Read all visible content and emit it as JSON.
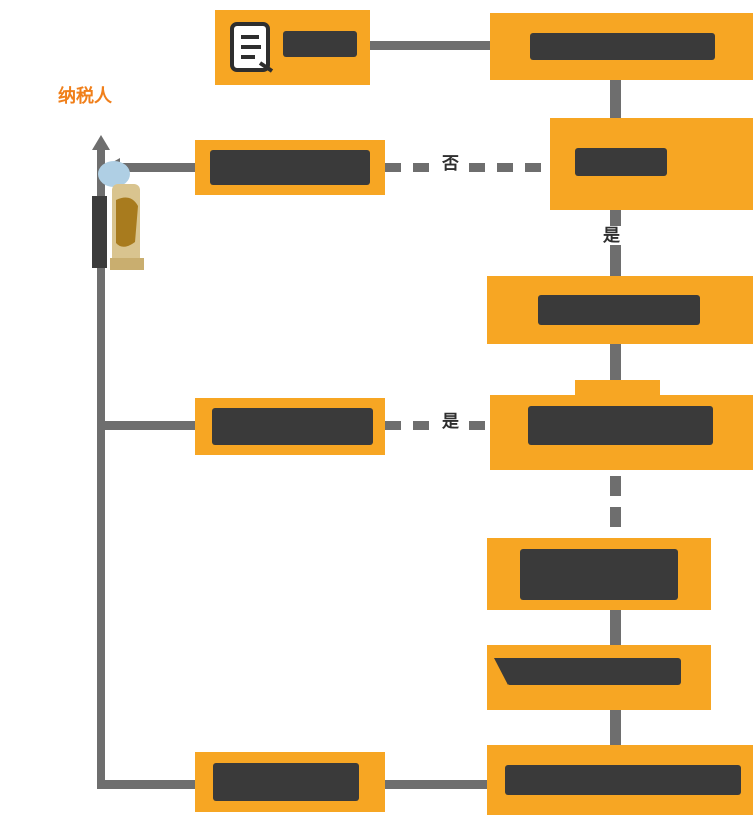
{
  "labels": {
    "taxpayer": "纳税人",
    "no": "否",
    "yes_branch": "是",
    "yes_down": "是"
  },
  "colors": {
    "box_orange": "#F7A623",
    "block_dark": "#3A3A3A",
    "connector_gray": "#6E6E6E",
    "taxpayer_orange": "#F07F1A",
    "edge_label_dark": "#2F2F2F",
    "background": "#FFFFFF"
  },
  "icons": {
    "document": "document-icon",
    "figure": "taxpayer-figure"
  }
}
